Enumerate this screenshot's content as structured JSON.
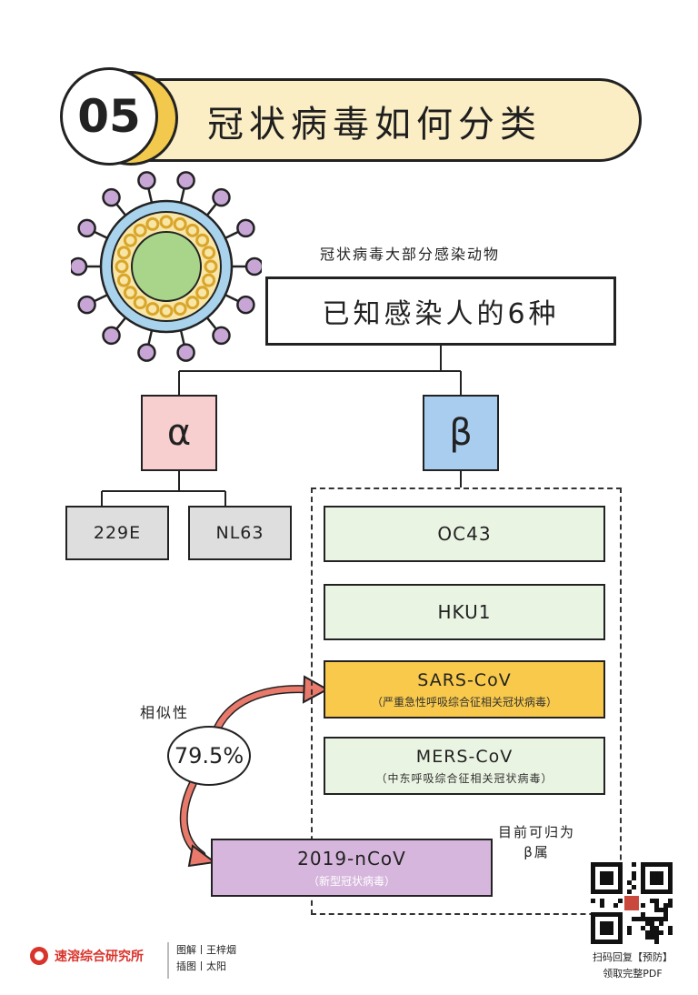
{
  "header": {
    "number": "05",
    "title": "冠状病毒如何分类"
  },
  "diagram": {
    "top_caption": "冠状病毒大部分感染动物",
    "main_box": "已知感染人的6种",
    "alpha": {
      "symbol": "α",
      "children": [
        "229E",
        "NL63"
      ]
    },
    "beta": {
      "symbol": "β",
      "children": [
        {
          "name": "OC43",
          "note": ""
        },
        {
          "name": "HKU1",
          "note": ""
        },
        {
          "name": "SARS-CoV",
          "note": "（严重急性呼吸综合征相关冠状病毒）"
        },
        {
          "name": "MERS-CoV",
          "note": "（中东呼吸综合征相关冠状病毒）"
        }
      ]
    },
    "similarity_label": "相似性",
    "similarity_value": "79.5%",
    "new_virus": {
      "name": "2019-nCoV",
      "note": "（新型冠状病毒）"
    },
    "beta_note_line1": "目前可归为",
    "beta_note_line2": "β属"
  },
  "footer": {
    "brand": "速溶综合研究所",
    "credit_1": "图解丨王梓烟",
    "credit_2": "插图丨太阳",
    "qr_line1": "扫码回复【预防】",
    "qr_line2": "领取完整PDF"
  },
  "colors": {
    "title_bg": "#fbeec5",
    "number_accent": "#f2c94c",
    "alpha_bg": "#f7cfcf",
    "beta_bg": "#a9cdef",
    "highlight": "#f8c94a",
    "new_virus_bg": "#d6b6dc",
    "arrow": "#e8796b"
  }
}
